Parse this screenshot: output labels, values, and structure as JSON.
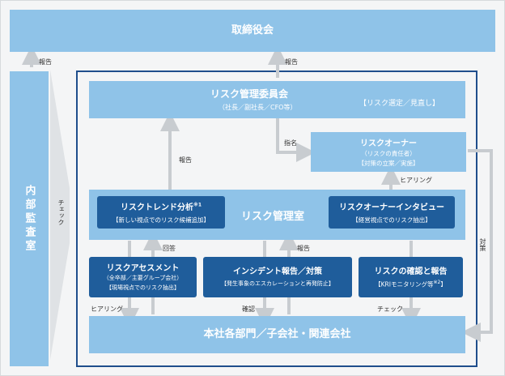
{
  "board": {
    "title": "取締役会"
  },
  "audit": {
    "title": "内部監査室"
  },
  "committee": {
    "title": "リスク管理委員会",
    "members": "（社長／副社長／CFO等）",
    "role": "【リスク選定／見直し】"
  },
  "owner": {
    "title": "リスクオーナー",
    "line1": "（リスクの責任者）",
    "line2": "【対策の立案／実施】"
  },
  "room": {
    "title": "リスク管理室"
  },
  "trend": {
    "title": "リスクトレンド分析",
    "note": "※1",
    "sub": "【新しい視点でのリスク候補追加】"
  },
  "interview": {
    "title": "リスクオーナーインタビュー",
    "sub": "【経営視点でのリスク抽出】"
  },
  "assessment": {
    "title": "リスクアセスメント",
    "line1": "（全卒部／主要グループ会社）",
    "line2": "【現場視点でのリスク抽出】"
  },
  "incident": {
    "title": "インシデント報告／対策",
    "sub": "【発生事象のエスカレーションと再発防止】"
  },
  "confirm": {
    "title": "リスクの確認と報告",
    "sub": "【KRIモニタリング等",
    "note": "※2",
    "sub_end": "】"
  },
  "company": {
    "title": "本社各部門／子会社・関連会社"
  },
  "labels": {
    "report_left": "報告",
    "report_top": "報告",
    "report_room": "報告",
    "report_incident": "報告",
    "check_audit": "チェック",
    "nominate": "指名",
    "hearing_owner": "ヒアリング",
    "measures": "対策",
    "answer": "回答",
    "hearing_left": "ヒアリング",
    "confirm_lbl": "確認",
    "check_right": "チェック"
  },
  "colors": {
    "light_box": "#8fc3e8",
    "dark_box": "#1f5d9b",
    "frame": "#1f4e8c",
    "arrow": "#c8ccd0"
  }
}
